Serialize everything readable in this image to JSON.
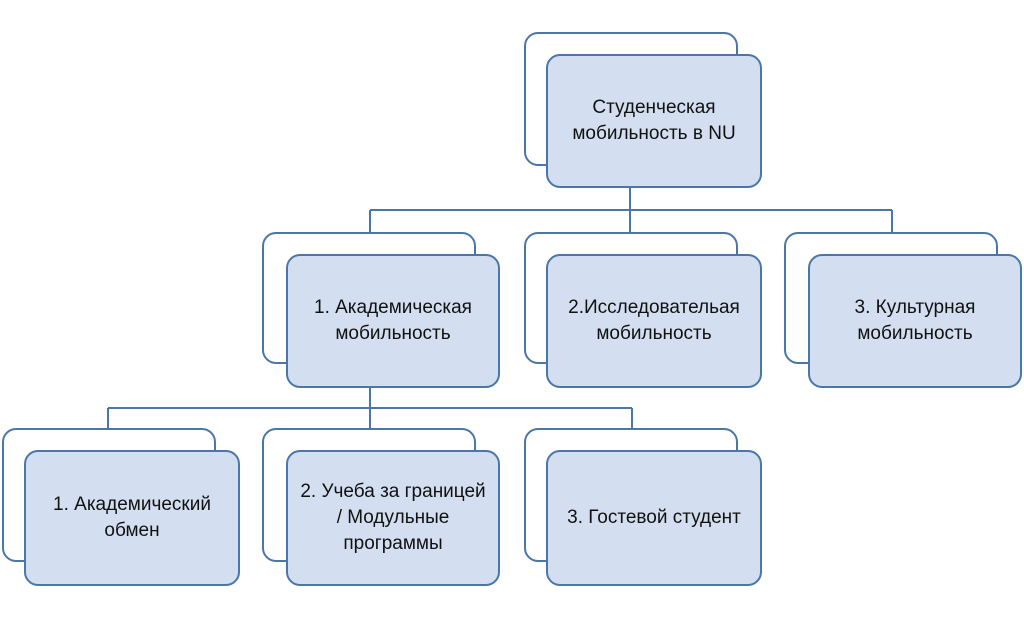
{
  "colors": {
    "box_fill": "#d3dff0",
    "box_border": "#4a76a8",
    "connector": "#4a76a8"
  },
  "diagram": {
    "root": {
      "label": "Студенческая мобильность в NU"
    },
    "level1": [
      {
        "label": "1. Академическая мобильность"
      },
      {
        "label": "2.Исследовательая мобильность"
      },
      {
        "label": "3. Культурная мобильность"
      }
    ],
    "level2": [
      {
        "label": "1. Академический обмен"
      },
      {
        "label": "2. Учеба за границей / Модульные программы"
      },
      {
        "label": "3. Гостевой студент"
      }
    ]
  }
}
